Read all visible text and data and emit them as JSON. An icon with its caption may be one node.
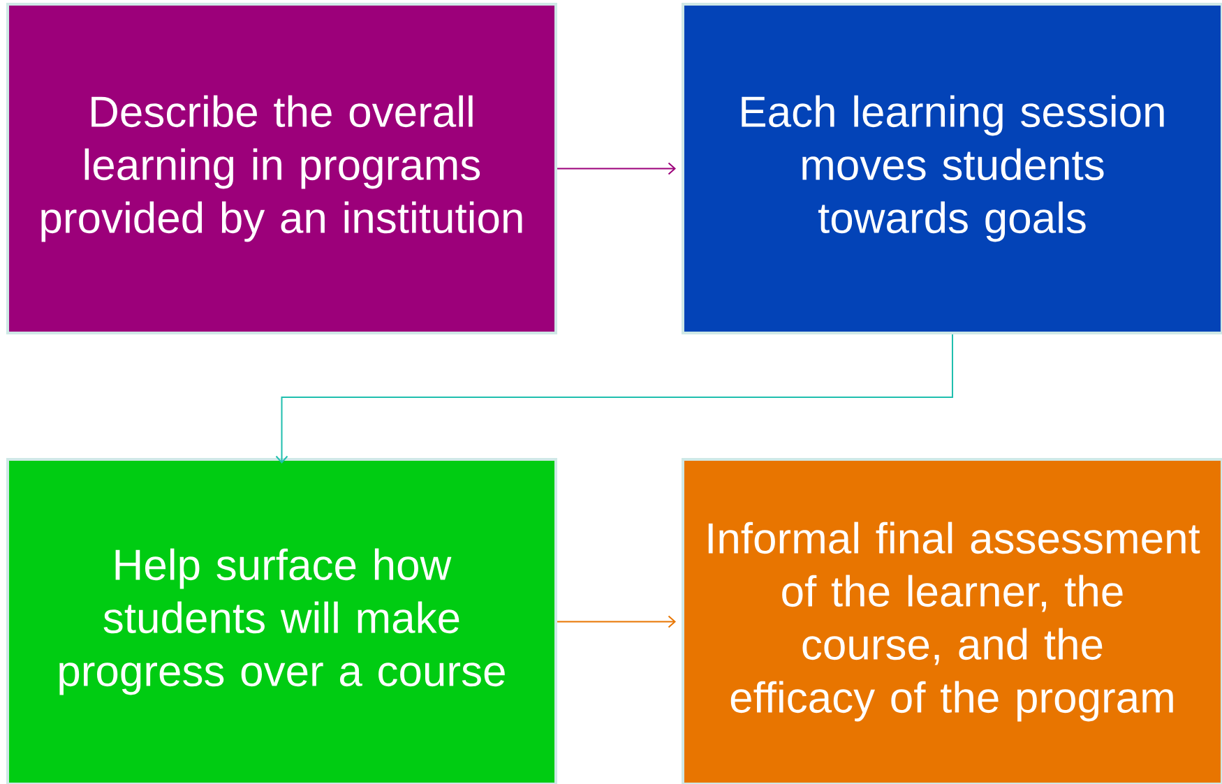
{
  "diagram": {
    "nodes": [
      {
        "text": [
          "Describe the overall learning in programs provided by an institution"
        ]
      },
      {
        "text": [
          "Each learning session moves students towards goals"
        ]
      },
      {
        "text": [
          "Help surface how students will make progress over a course"
        ]
      },
      {
        "text": [
          "Informal final assessment of the learner, the course, and the efficacy of the program"
        ]
      }
    ],
    "edges": [
      {
        "from": 0,
        "to": 1,
        "arrow": "to",
        "color": "#9c007a"
      },
      {
        "from": 1,
        "to": 2,
        "arrow": "to",
        "color": "#1fbfae"
      },
      {
        "from": 2,
        "to": 3,
        "arrow": "to",
        "color": "#e87500"
      }
    ]
  }
}
